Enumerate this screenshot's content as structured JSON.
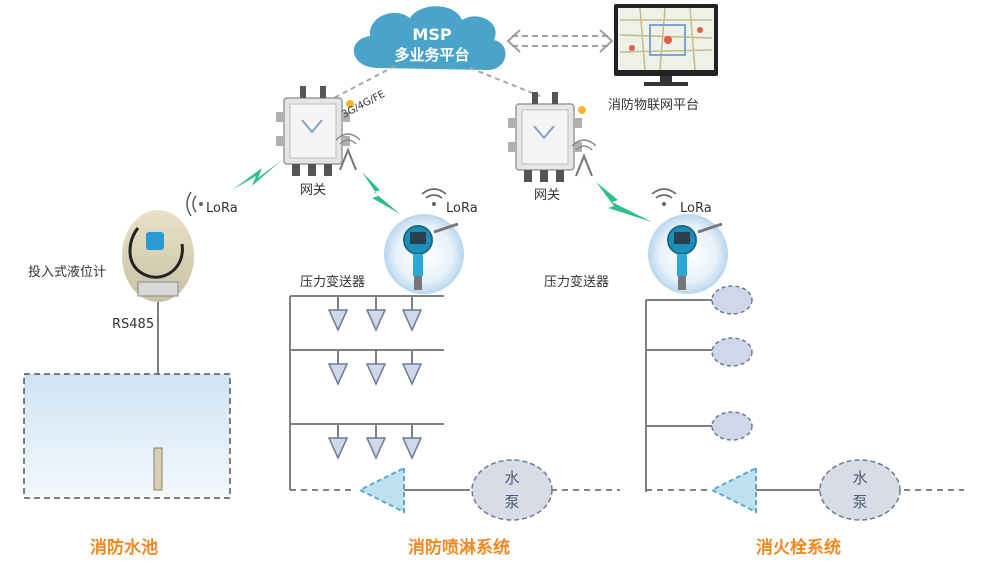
{
  "colors": {
    "pipe": "#808080",
    "nozzle_fill": "#cfd8e8",
    "nozzle_stroke": "#6c7a96",
    "lightning": "#2fbf86",
    "cloud": "#4aa3c9",
    "title_orange": "#f08a24",
    "pool_fill": "#d9eaf7",
    "pump_fill": "#d8dce6"
  },
  "cloud": {
    "line1": "MSP",
    "line2": "多业务平台",
    "icon": "cloud-icon"
  },
  "monitor": {
    "label": "消防物联网平台",
    "icon": "monitor-map-icon"
  },
  "gateways": [
    {
      "label": "网关",
      "backhaul": "3G/4G/FE",
      "icon": "gateway-device-icon"
    },
    {
      "label": "网关",
      "icon": "gateway-device-icon"
    }
  ],
  "lora_labels": [
    "LoRa",
    "LoRa",
    "LoRa"
  ],
  "sensors": {
    "level_meter": "投入式液位计",
    "rs485": "RS485",
    "pressure_1": "压力变送器",
    "pressure_2": "压力变送器"
  },
  "pumps": [
    {
      "line1": "水",
      "line2": "泵"
    },
    {
      "line1": "水",
      "line2": "泵"
    }
  ],
  "sections": {
    "pool": "消防水池",
    "sprinkler": "消防喷淋系统",
    "hydrant": "消火栓系统"
  }
}
